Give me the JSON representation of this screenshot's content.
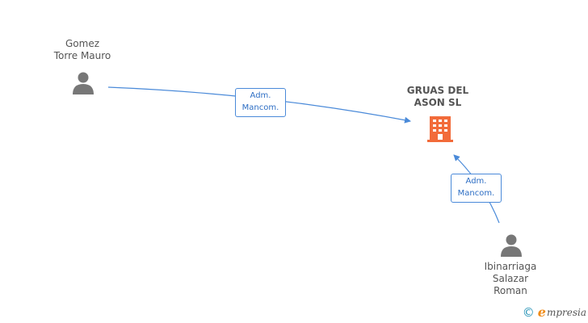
{
  "nodes": {
    "company": {
      "line1": "GRUAS DEL",
      "line2": "ASON SL",
      "icon": "building-icon",
      "color": "#f26b3a"
    },
    "person_1": {
      "line1": "Gomez",
      "line2": "Torre Mauro",
      "icon": "person-icon",
      "color": "#777777"
    },
    "person_2": {
      "line1": "Ibinarriaga",
      "line2": "Salazar",
      "line3": "Roman",
      "icon": "person-icon",
      "color": "#777777"
    }
  },
  "edges": [
    {
      "from": "person_1",
      "to": "company",
      "role_line1": "Adm.",
      "role_line2": "Mancom."
    },
    {
      "from": "person_2",
      "to": "company",
      "role_line1": "Adm.",
      "role_line2": "Mancom."
    }
  ],
  "edge_color": "#4a8ad9",
  "watermark": {
    "copyright": "©",
    "brand_first": "e",
    "brand_rest": "mpresia",
    "brand_color": "#f08c1a"
  }
}
